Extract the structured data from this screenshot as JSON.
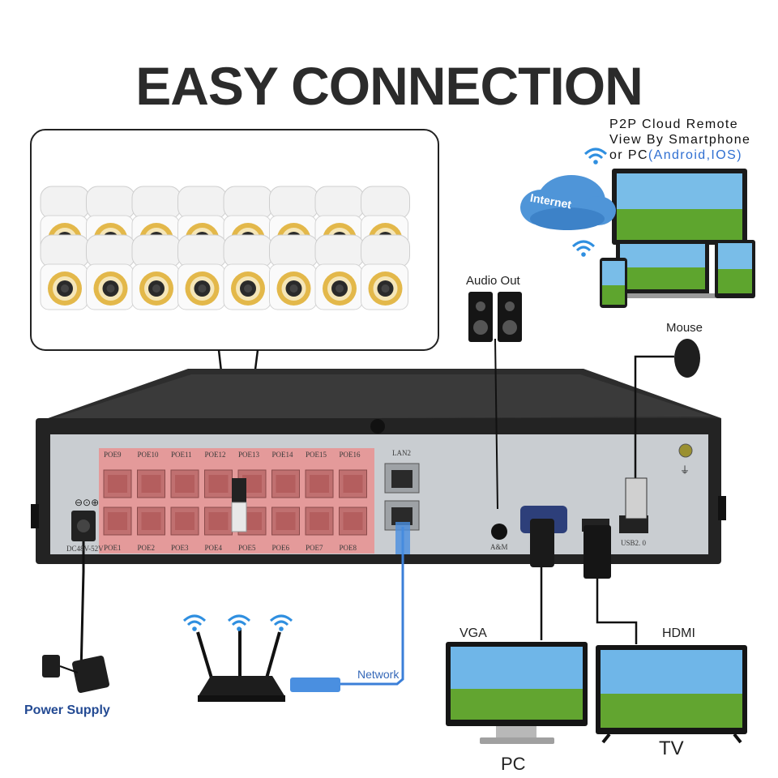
{
  "title": "EASY CONNECTION",
  "p2p": {
    "line1": "P2P Cloud Remote",
    "line2": "View By Smartphone",
    "line3_prefix": "or PC",
    "line3_accent": "(Android,IOS)"
  },
  "internet_label": "Internet",
  "audio_label": "Audio Out",
  "mouse_label": "Mouse",
  "vga_label": "VGA",
  "hdmi_label": "HDMI",
  "pc_label": "PC",
  "tv_label": "TV",
  "network_label": "Network",
  "power_label": "Power Supply",
  "ports": {
    "poe_top": [
      "POE9",
      "POE10",
      "POE11",
      "POE12",
      "POE13",
      "POE14",
      "POE15",
      "POE16"
    ],
    "poe_bottom": [
      "POE1",
      "POE2",
      "POE3",
      "POE4",
      "POE5",
      "POE6",
      "POE7",
      "POE8"
    ],
    "lan": "LAN2",
    "dc": "DC48V-52V",
    "am": "A&M",
    "usb": "USB2. 0"
  },
  "colors": {
    "poe_panel": "#e99090",
    "nvr_body": "#2a2a2a",
    "panel": "#c8ccd0",
    "network_cable": "#3b7fd8",
    "accent_blue": "#2f6fd1"
  }
}
